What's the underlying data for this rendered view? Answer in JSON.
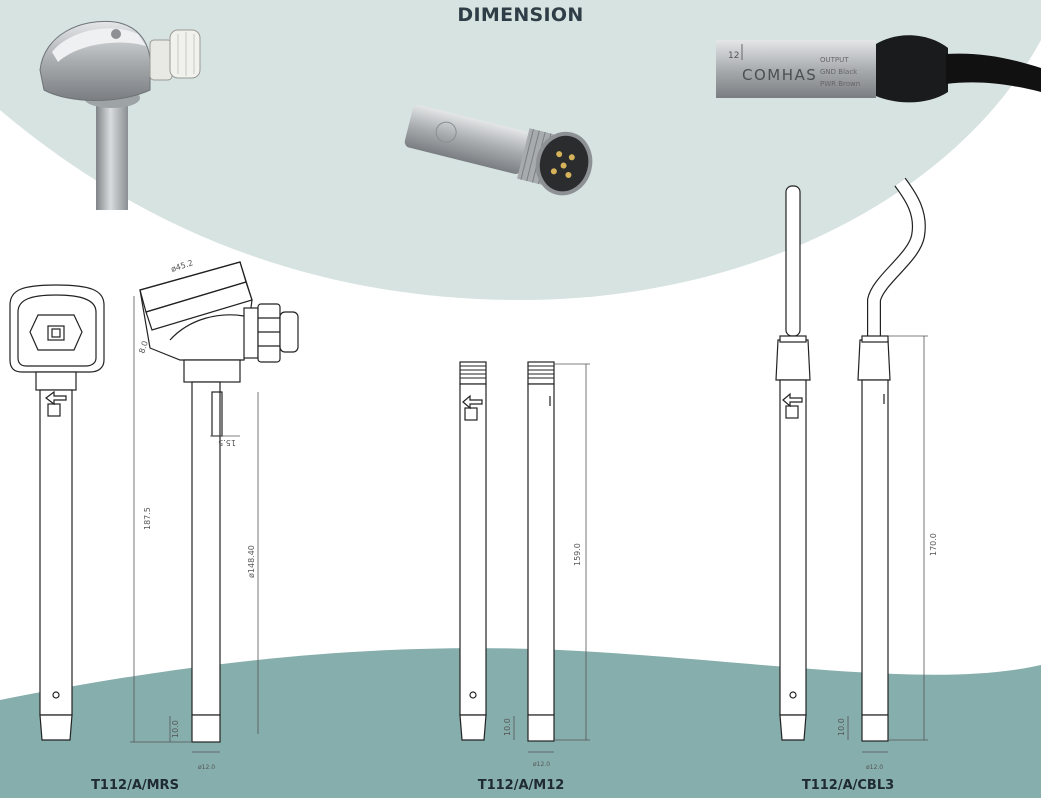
{
  "page": {
    "title": "DIMENSION"
  },
  "colors": {
    "top_blob": "#d6e3e1",
    "bottom_band": "#86aeac",
    "line": "#222222",
    "metal": "#b8bcbf"
  },
  "photo_labels": {
    "logo": "COMHAS",
    "line1": "OUTPUT",
    "line2": "GND Black",
    "line3": "PWR Brown",
    "tag": "12"
  },
  "products": [
    {
      "model": "T112/A/MRS",
      "dims": {
        "head_dia": "ø45.2",
        "gap": "8.0",
        "cable_gland": "15.5",
        "length_total": "187.5",
        "length_probe": "ø148.40",
        "tip": "10.0",
        "dia": "ø12.0"
      }
    },
    {
      "model": "T112/A/M12",
      "dims": {
        "length": "159.0",
        "tip": "10.0",
        "dia": "ø12.0"
      }
    },
    {
      "model": "T112/A/CBL3",
      "dims": {
        "length": "170.0",
        "tip": "10.0",
        "dia": "ø12.0"
      }
    }
  ]
}
